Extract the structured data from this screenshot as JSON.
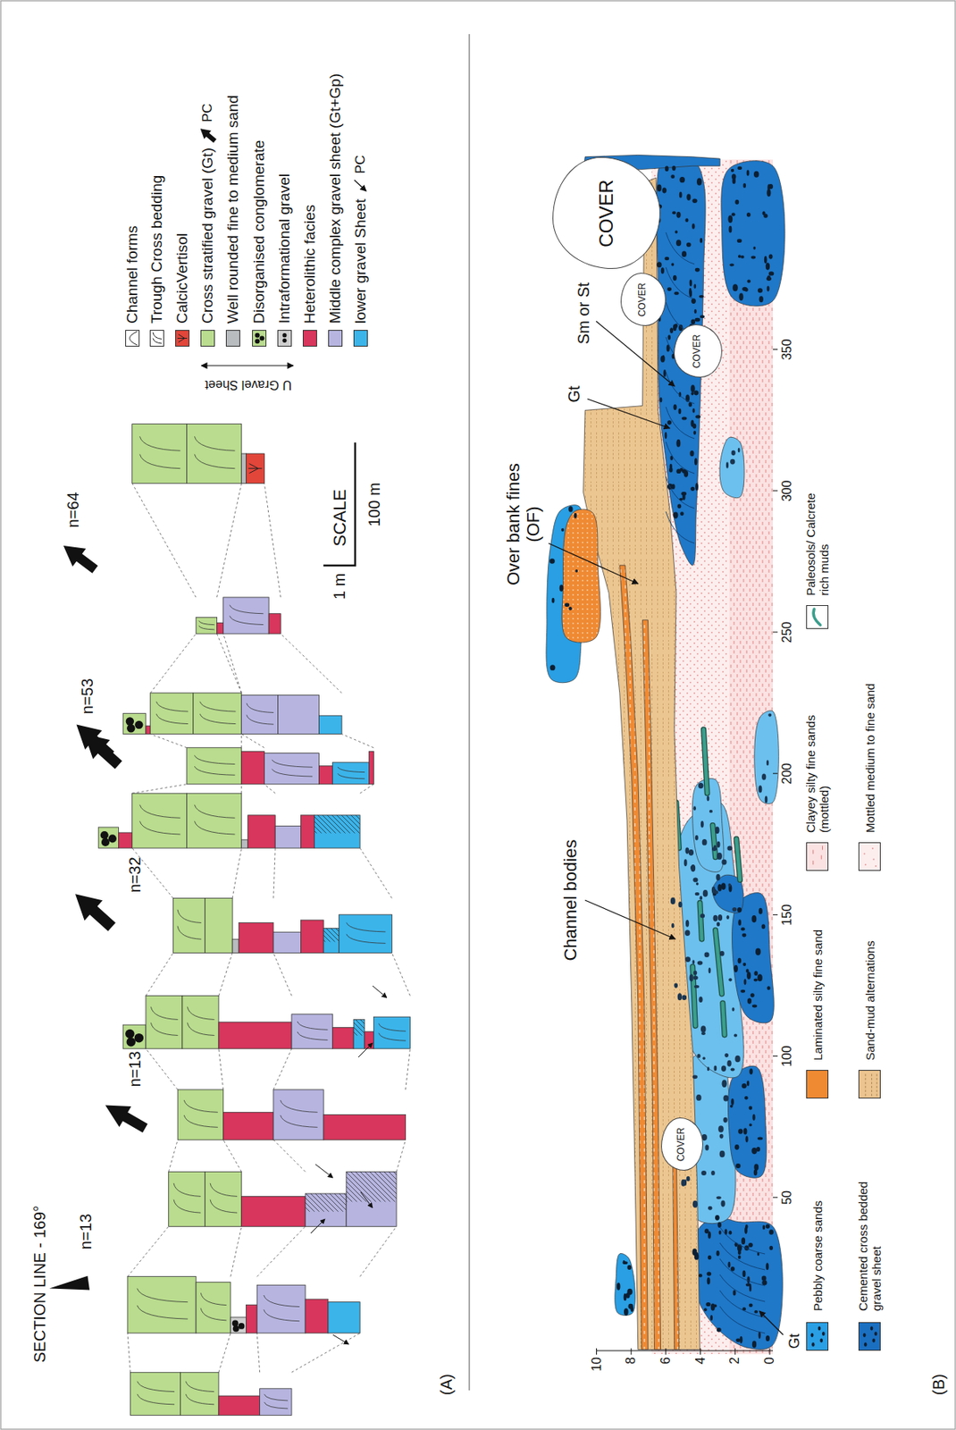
{
  "diagram": {
    "nodes": [
      {
        "text": [
          "COVER"
        ]
      },
      {
        "text": [
          "COVER"
        ]
      },
      {
        "text": [
          "COVER"
        ]
      },
      {
        "text": [
          "COVER"
        ]
      }
    ],
    "labels": [
      "SECTION LINE - 169°",
      "n=13",
      "n=13",
      "n=32",
      "n=53",
      "n=64",
      "SCALE",
      "1 m",
      "100 m",
      "U Gravel Sheet",
      "PC",
      "PC",
      "(A)",
      "10",
      "8",
      "6",
      "4",
      "2",
      "0",
      "50",
      "100",
      "150",
      "200",
      "250",
      "300",
      "350",
      "Channel bodies",
      "Over bank fines (OF)",
      "Gt",
      "Sm or St",
      "Gt",
      "(B)"
    ],
    "legend": [
      {
        "text": "Channel forms"
      },
      {
        "text": "Trough Cross bedding"
      },
      {
        "text": "CalcicVertisol",
        "color": "#e2453a"
      },
      {
        "text": "Cross stratified gravel (Gt)",
        "color": "#b9dc8e"
      },
      {
        "text": "Well rounded fine to medium sand",
        "color": "#b9bcbe"
      },
      {
        "text": "Disorganised conglomerate",
        "color": "#b9dc8e"
      },
      {
        "text": "Intraformational gravel",
        "color": "#cfcfcf"
      },
      {
        "text": "Heterolithic facies",
        "color": "#d8365c"
      },
      {
        "text": "Middle complex gravel sheet (Gt+Gp)",
        "color": "#b7b5e0"
      },
      {
        "text": "lower gravel Sheet",
        "color": "#3bb4ea"
      },
      {
        "text": "Pebbly coarse sands",
        "color": "#2a9fe3"
      },
      {
        "text": "Cemented cross bedded gravel sheet",
        "color": "#1b6fc0"
      },
      {
        "text": "Laminated silty fine sand",
        "color": "#ef8a33"
      },
      {
        "text": "Sand-mud alternations",
        "color": "#ebc48f"
      },
      {
        "text": "Clayey silty fine sands (mottled)",
        "color": "#fbe2e2"
      },
      {
        "text": "Mottled medium to fine sand",
        "color": "#fdeeee"
      },
      {
        "text": "Paleosols/ Calcrete rich muds"
      }
    ]
  }
}
